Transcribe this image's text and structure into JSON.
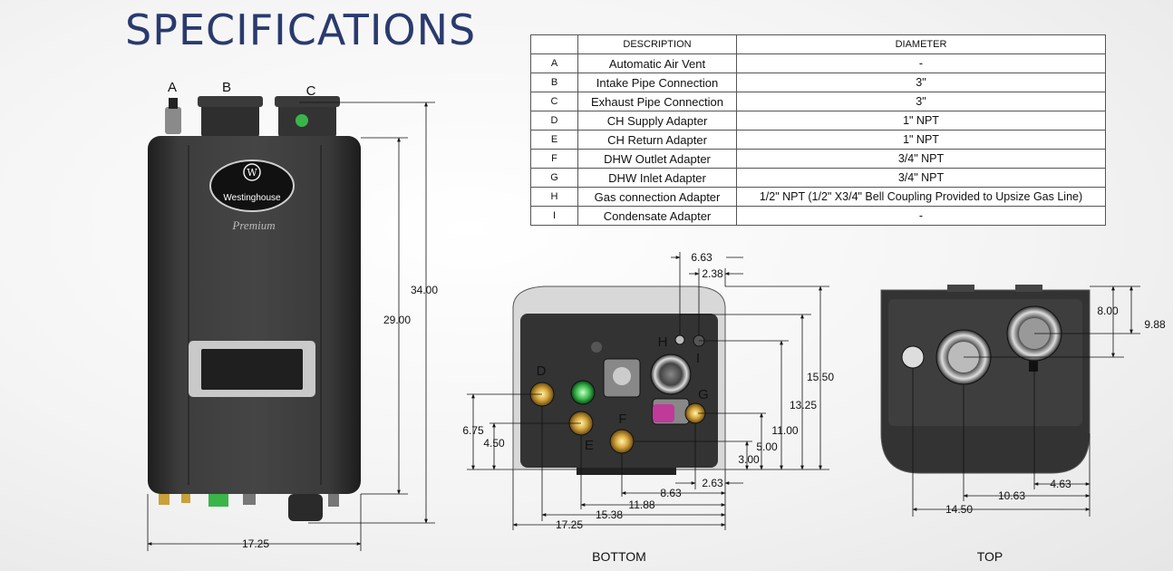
{
  "title": "SPECIFICATIONS",
  "table": {
    "headers": [
      "",
      "DESCRIPTION",
      "DIAMETER"
    ],
    "rows": [
      {
        "key": "A",
        "description": "Automatic Air Vent",
        "diameter": "-"
      },
      {
        "key": "B",
        "description": "Intake Pipe Connection",
        "diameter": "3\""
      },
      {
        "key": "C",
        "description": "Exhaust Pipe Connection",
        "diameter": "3\""
      },
      {
        "key": "D",
        "description": "CH Supply Adapter",
        "diameter": "1\" NPT"
      },
      {
        "key": "E",
        "description": "CH Return Adapter",
        "diameter": "1\" NPT"
      },
      {
        "key": "F",
        "description": "DHW Outlet Adapter",
        "diameter": "3/4\" NPT"
      },
      {
        "key": "G",
        "description": "DHW Inlet Adapter",
        "diameter": "3/4\" NPT"
      },
      {
        "key": "H",
        "description": "Gas connection Adapter",
        "diameter": "1/2\" NPT (1/2\" X3/4\" Bell Coupling Provided to Upsize Gas Line)"
      },
      {
        "key": "I",
        "description": "Condensate Adapter",
        "diameter": "-"
      }
    ]
  },
  "front": {
    "brand": "Westinghouse",
    "model": "Premium",
    "logo_letter": "W",
    "labels": {
      "a": "A",
      "b": "B",
      "c": "C"
    },
    "dims": {
      "height_total": "34.00",
      "height_body": "29.00",
      "width": "17.25"
    }
  },
  "bottom": {
    "caption": "BOTTOM",
    "labels": {
      "d": "D",
      "e": "E",
      "f": "F",
      "g": "G",
      "h": "H",
      "i": "I"
    },
    "dims": {
      "d663": "6.63",
      "d238": "2.38",
      "d1550": "15.50",
      "d1325": "13.25",
      "d1100": "11.00",
      "d500": "5.00",
      "d300": "3.00",
      "d675": "6.75",
      "d450": "4.50",
      "d263": "2.63",
      "d863": "8.63",
      "d1188": "11.88",
      "d1538": "15.38",
      "d1725": "17.25"
    }
  },
  "top": {
    "caption": "TOP",
    "dims": {
      "d800": "8.00",
      "d988": "9.88",
      "d463": "4.63",
      "d1063": "10.63",
      "d1450": "14.50"
    }
  },
  "colors": {
    "heading": "#2a3a6e",
    "unit_body": "#3a3a3a",
    "fitting_brass": "#c9a03a",
    "fitting_green": "#39b54a",
    "fitting_magenta": "#c03a9a"
  }
}
